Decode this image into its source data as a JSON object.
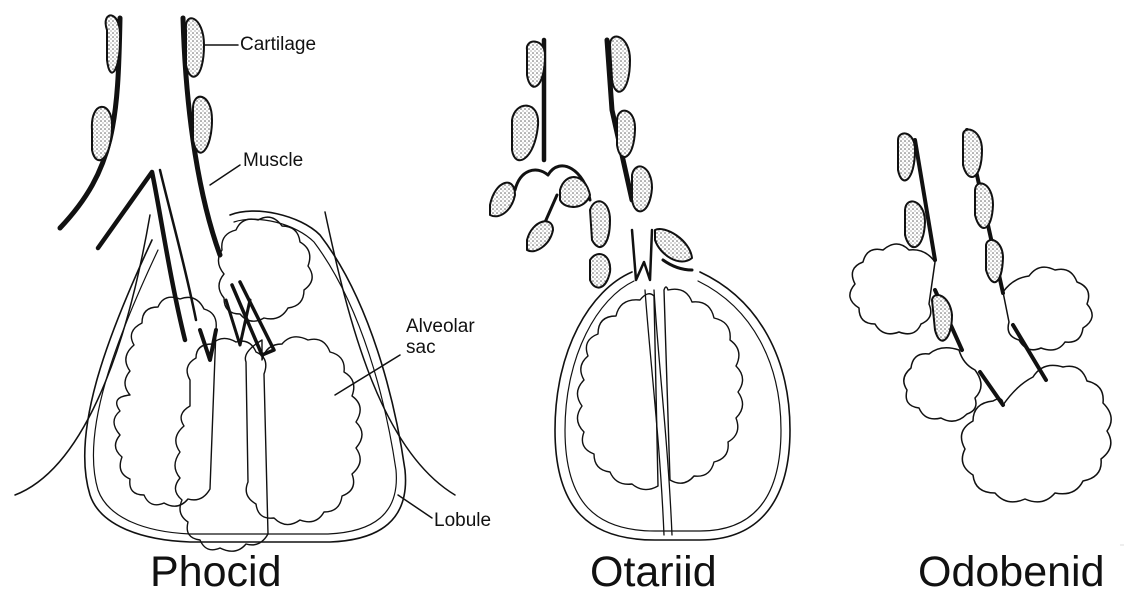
{
  "labels": {
    "cartilage": "Cartilage",
    "muscle": "Muscle",
    "alveolar_line1": "Alveolar",
    "alveolar_line2": "sac",
    "lobule": "Lobule"
  },
  "panels": {
    "phocid": "Phocid",
    "otariid": "Otariid",
    "odobenid": "Odobenid"
  },
  "colors": {
    "ink": "#111111",
    "stipple": "#8a8a8a",
    "background": "#ffffff"
  }
}
